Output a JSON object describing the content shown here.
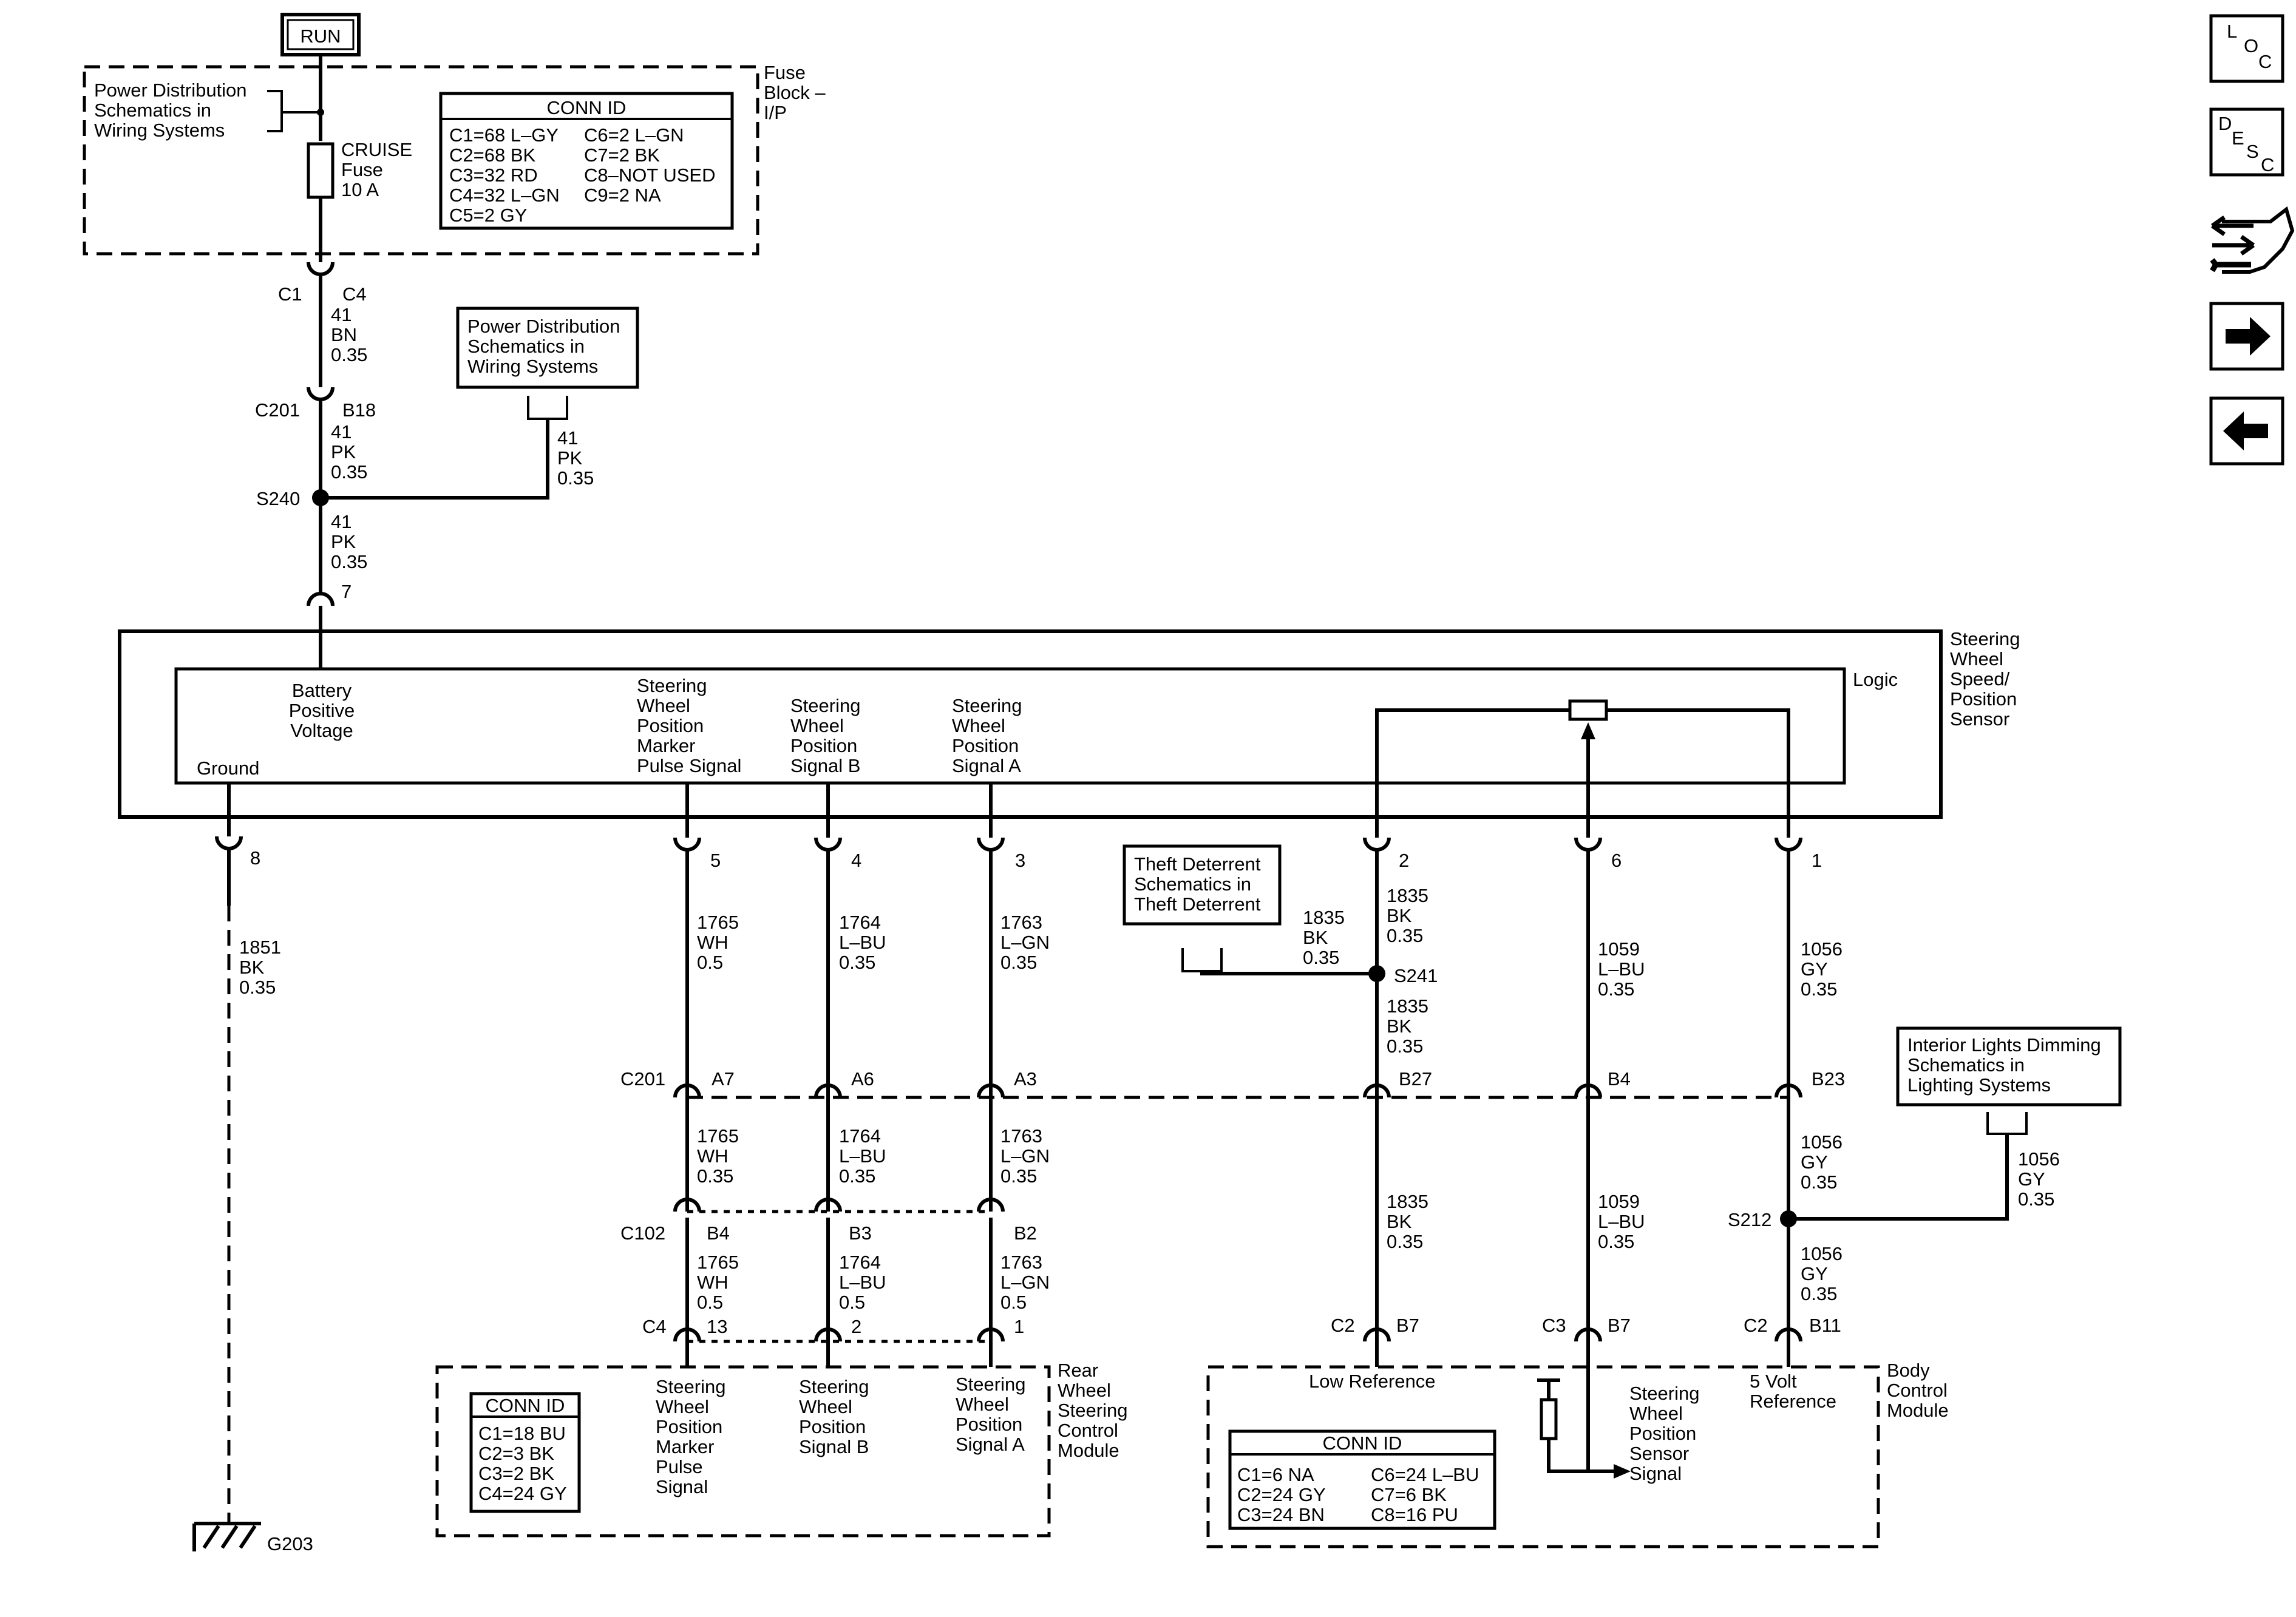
{
  "run_label": "RUN",
  "fuse_block": {
    "label": [
      "Fuse",
      "Block –",
      "I/P"
    ],
    "power_ref": [
      "Power Distribution",
      "Schematics in",
      "Wiring Systems"
    ],
    "fuse": [
      "CRUISE",
      "Fuse",
      "10 A"
    ],
    "conn_id": {
      "title": "CONN ID",
      "left": [
        "C1=68 L–GY",
        "C2=68 BK",
        "C3=32 RD",
        "C4=32 L–GN",
        "C5=2 GY"
      ],
      "right": [
        "C6=2 L–GN",
        "C7=2 BK",
        "C8–NOT USED",
        "C9=2 NA"
      ]
    }
  },
  "top_chain": {
    "c1": "C1",
    "c4": "C4",
    "wire1": [
      "41",
      "BN",
      "0.35"
    ],
    "c201": "C201",
    "b18": "B18",
    "wire2": [
      "41",
      "PK",
      "0.35"
    ],
    "power_ref2": [
      "Power Distribution",
      "Schematics in",
      "Wiring Systems"
    ],
    "wire_branch": [
      "41",
      "PK",
      "0.35"
    ],
    "s240": "S240",
    "wire3": [
      "41",
      "PK",
      "0.35"
    ],
    "pin7": "7"
  },
  "sensor": {
    "name": [
      "Steering",
      "Wheel",
      "Speed/",
      "Position",
      "Sensor"
    ],
    "logic": "Logic",
    "battery": [
      "Battery",
      "Positive",
      "Voltage"
    ],
    "ground": "Ground",
    "marker": [
      "Steering",
      "Wheel",
      "Position",
      "Marker",
      "Pulse Signal"
    ],
    "sig_b": [
      "Steering",
      "Wheel",
      "Position",
      "Signal B"
    ],
    "sig_a": [
      "Steering",
      "Wheel",
      "Position",
      "Signal A"
    ],
    "pins": [
      "8",
      "5",
      "4",
      "3",
      "2",
      "6",
      "1"
    ]
  },
  "ground_wire": {
    "wire": [
      "1851",
      "BK",
      "0.35"
    ],
    "ground_id": "G203"
  },
  "col5": {
    "w1": [
      "1765",
      "WH",
      "0.5"
    ],
    "a": "A7",
    "w2": [
      "1765",
      "WH",
      "0.35"
    ],
    "b": "B4",
    "w3": [
      "1765",
      "WH",
      "0.5"
    ],
    "pin": "13"
  },
  "col4": {
    "w1": [
      "1764",
      "L–BU",
      "0.35"
    ],
    "a": "A6",
    "w2": [
      "1764",
      "L–BU",
      "0.35"
    ],
    "b": "B3",
    "w3": [
      "1764",
      "L–BU",
      "0.5"
    ],
    "pin": "2"
  },
  "col3": {
    "w1": [
      "1763",
      "L–GN",
      "0.35"
    ],
    "a": "A3",
    "w2": [
      "1763",
      "L–GN",
      "0.35"
    ],
    "b": "B2",
    "w3": [
      "1763",
      "L–GN",
      "0.5"
    ],
    "pin": "1"
  },
  "connectors": {
    "c201": "C201",
    "c102": "C102",
    "c4": "C4"
  },
  "theft": {
    "ref": [
      "Theft Deterrent",
      "Schematics in",
      "Theft Deterrent"
    ],
    "branch": [
      "1835",
      "BK",
      "0.35"
    ],
    "w1": [
      "1835",
      "BK",
      "0.35"
    ],
    "s241": "S241",
    "w2": [
      "1835",
      "BK",
      "0.35"
    ],
    "b27": "B27",
    "w3": [
      "1835",
      "BK",
      "0.35"
    ],
    "c2": "C2",
    "b7": "B7"
  },
  "col6": {
    "w1": [
      "1059",
      "L–BU",
      "0.35"
    ],
    "b4": "B4",
    "w2": [
      "1059",
      "L–BU",
      "0.35"
    ],
    "c3": "C3",
    "b7": "B7"
  },
  "col1": {
    "w1": [
      "1056",
      "GY",
      "0.35"
    ],
    "b23": "B23",
    "dim_ref": [
      "Interior Lights Dimming",
      "Schematics in",
      "Lighting Systems"
    ],
    "w2": [
      "1056",
      "GY",
      "0.35"
    ],
    "branch": [
      "1056",
      "GY",
      "0.35"
    ],
    "s212": "S212",
    "w3": [
      "1056",
      "GY",
      "0.35"
    ],
    "c2": "C2",
    "b11": "B11"
  },
  "rear_module": {
    "name": [
      "Rear",
      "Wheel",
      "Steering",
      "Control",
      "Module"
    ],
    "marker": [
      "Steering",
      "Wheel",
      "Position",
      "Marker",
      "Pulse",
      "Signal"
    ],
    "sig_b": [
      "Steering",
      "Wheel",
      "Position",
      "Signal B"
    ],
    "sig_a": [
      "Steering",
      "Wheel",
      "Position",
      "Signal A"
    ],
    "conn_id": {
      "title": "CONN ID",
      "rows": [
        "C1=18 BU",
        "C2=3 BK",
        "C3=2 BK",
        "C4=24 GY"
      ]
    }
  },
  "bcm": {
    "name": [
      "Body",
      "Control",
      "Module"
    ],
    "low_ref": "Low Reference",
    "five_volt": [
      "5 Volt",
      "Reference"
    ],
    "sensor_sig": [
      "Steering",
      "Wheel",
      "Position",
      "Sensor",
      "Signal"
    ],
    "conn_id": {
      "title": "CONN ID",
      "left": [
        "C1=6 NA",
        "C2=24 GY",
        "C3=24 BN"
      ],
      "right": [
        "C6=24 L–BU",
        "C7=6 BK",
        "C8=16 PU"
      ]
    }
  },
  "nav": {
    "loc": [
      "L",
      "O",
      "C"
    ],
    "desc": [
      "D",
      "E",
      "S",
      "C"
    ],
    "tool_icon": "connector-wrench-icon",
    "next_icon": "arrow-right-icon",
    "prev_icon": "arrow-left-icon"
  }
}
